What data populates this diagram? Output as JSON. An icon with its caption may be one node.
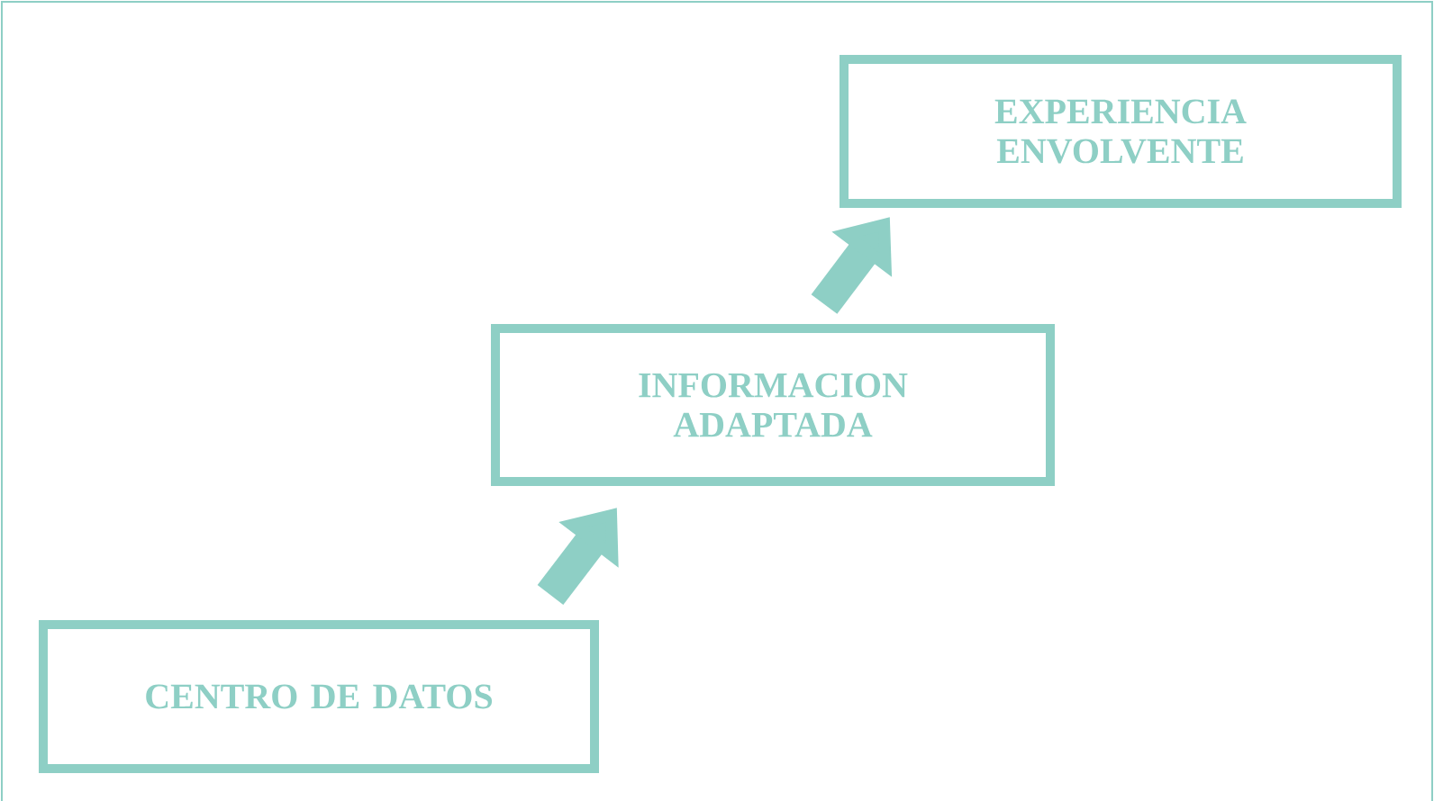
{
  "diagram": {
    "nodes": [
      {
        "text": [
          "CENTRO DE DATOS"
        ]
      },
      {
        "text": [
          "INFORMACION ADAPTADA"
        ]
      },
      {
        "text": [
          "EXPERIENCIA ENVOLVENTE"
        ]
      }
    ],
    "edges": [
      {
        "from": 0,
        "to": 1,
        "arrow": "to"
      },
      {
        "from": 1,
        "to": 2,
        "arrow": "to"
      }
    ]
  }
}
